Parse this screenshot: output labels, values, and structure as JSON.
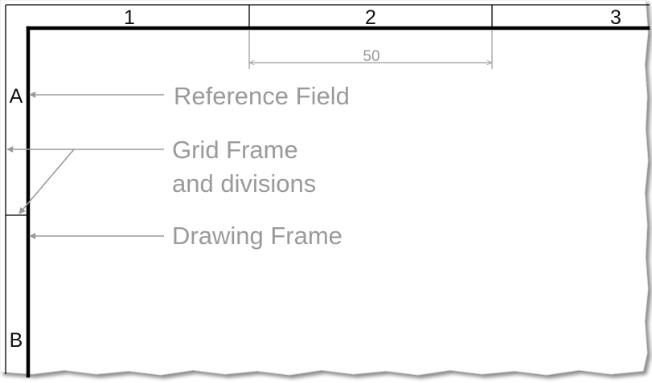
{
  "grid": {
    "columns": [
      "1",
      "2",
      "3"
    ],
    "rows": [
      "A",
      "B"
    ]
  },
  "dimension": {
    "value": "50"
  },
  "callouts": {
    "reference_field": "Reference Field",
    "grid_frame_line1": "Grid Frame",
    "grid_frame_line2": "and divisions",
    "drawing_frame": "Drawing Frame"
  },
  "colors": {
    "frame": "#000000",
    "annotation": "#9a9a9a",
    "background": "#ffffff"
  }
}
